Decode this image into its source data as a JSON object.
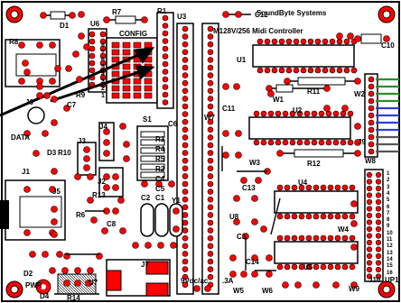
{
  "board": {
    "company": "SoundByte Systems",
    "model": "M128V/256 Midi Controller",
    "config_label": "CONFIG",
    "power_in": "9Vdc/ac",
    "fuse_rating": ".3A",
    "colors": {
      "pad": "#ff0000",
      "silkscreen": "#000000",
      "board": "#ffffff",
      "wire_green": "#2e8b2e",
      "wire_blue": "#2b3fd1"
    }
  },
  "refs": {
    "D1": "D1",
    "R7": "R7",
    "R1": "R1",
    "U3": "U3",
    "C12": "C12",
    "R8": "R8",
    "U6": "U6",
    "C10": "C10",
    "U1": "U1",
    "R11": "R11",
    "R9": "R9",
    "W1": "W1",
    "W2": "W2",
    "C11": "C11",
    "W7": "W7",
    "U2": "U2",
    "J9": "J9",
    "J6": "J6",
    "C7": "C7",
    "S1": "S1",
    "C6": "C6",
    "DATA": "DATA",
    "D3": "D3",
    "R10": "R10",
    "J3": "J3",
    "J4": "J4",
    "R3": "R3",
    "R4": "R4",
    "R5": "R5",
    "R2": "R2",
    "C4": "C4",
    "C5": "C5",
    "W3": "W3",
    "R12": "R12",
    "W8": "W8",
    "J2": "J2",
    "C13": "C13",
    "J5": "J5",
    "R13": "R13",
    "C2": "C2",
    "C1": "C1",
    "Y1": "Y1",
    "U8": "U8",
    "U4": "U4",
    "R6": "R6",
    "C8": "C8",
    "C3": "C3",
    "W4": "W4",
    "D2": "D2",
    "J7": "J7",
    "C14": "C14",
    "U5": "U5",
    "PWR": "PWR",
    "U7": "U7",
    "W5": "W5",
    "W6": "W6",
    "W9": "W9",
    "J10": "J10",
    "UP1": "UP1",
    "D4": "D4",
    "R14": "R14",
    "J1": "J1"
  },
  "config_pins": [
    "8",
    "7",
    "6",
    "5",
    "4",
    "3",
    "2",
    "1"
  ],
  "header_pins": [
    "1",
    "2",
    "3",
    "4",
    "5",
    "6",
    "7",
    "8",
    "9",
    "10",
    "11",
    "12",
    "13",
    "14",
    "15",
    "16"
  ]
}
